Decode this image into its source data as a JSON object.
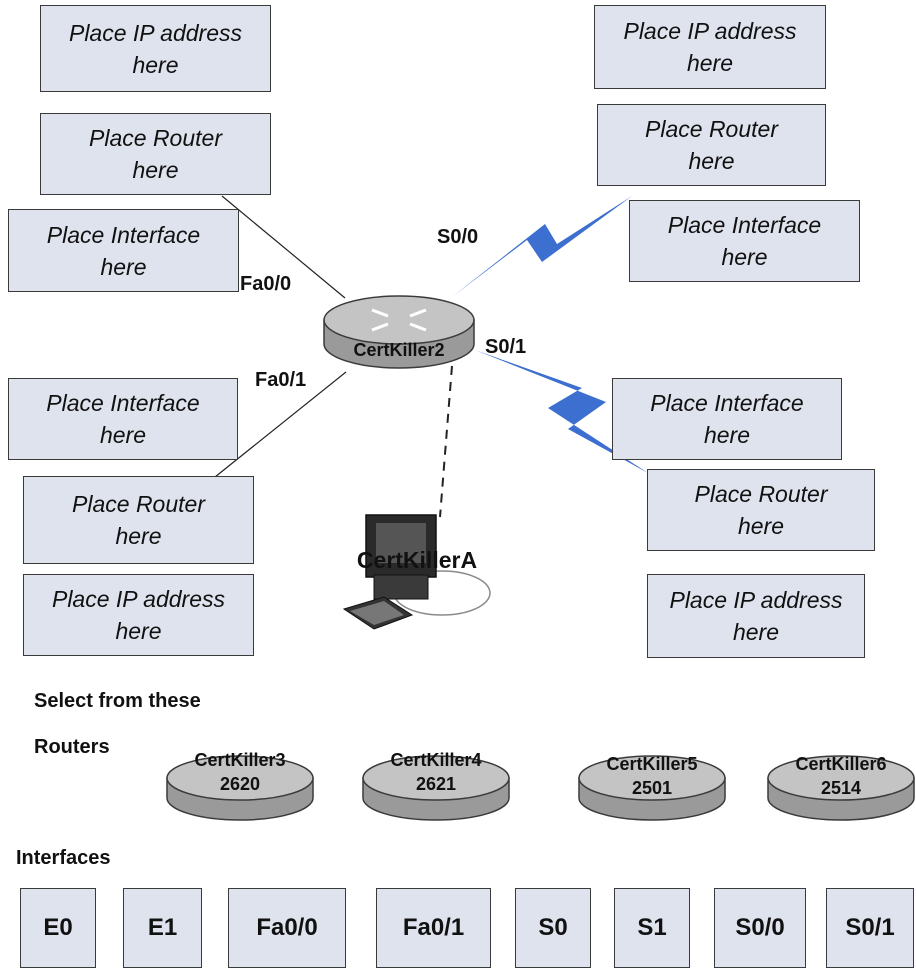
{
  "slots": {
    "ip_top_left": "Place IP address\nhere",
    "router_top_left": "Place Router\nhere",
    "interface_top_left": "Place Interface\nhere",
    "ip_top_right": "Place IP address\nhere",
    "router_top_right": "Place Router\nhere",
    "interface_top_right": "Place Interface\nhere",
    "interface_bottom_left": "Place Interface\nhere",
    "router_bottom_left": "Place Router\nhere",
    "ip_bottom_left": "Place IP address\nhere",
    "interface_bottom_right": "Place Interface\nhere",
    "router_bottom_right": "Place Router\nhere",
    "ip_bottom_right": "Place IP address\nhere"
  },
  "central_router": {
    "name": "CertKiller2"
  },
  "pc": {
    "name": "CertKillerA"
  },
  "link_labels": {
    "fa00": "Fa0/0",
    "fa01": "Fa0/1",
    "s00": "S0/0",
    "s01": "S0/1"
  },
  "palette": {
    "select_from": "Select from these",
    "routers_label": "Routers",
    "interfaces_label": "Interfaces",
    "routers": [
      {
        "name": "CertKiller3",
        "model": "2620"
      },
      {
        "name": "CertKiller4",
        "model": "2621"
      },
      {
        "name": "CertKiller5",
        "model": "2501"
      },
      {
        "name": "CertKiller6",
        "model": "2514"
      }
    ],
    "interfaces": [
      "E0",
      "E1",
      "Fa0/0",
      "Fa0/1",
      "S0",
      "S1",
      "S0/0",
      "S0/1"
    ]
  },
  "colors": {
    "slot_fill": "#dfe3ee",
    "serial_link": "#3d6fd0",
    "router_body": "#9a9a9a"
  }
}
